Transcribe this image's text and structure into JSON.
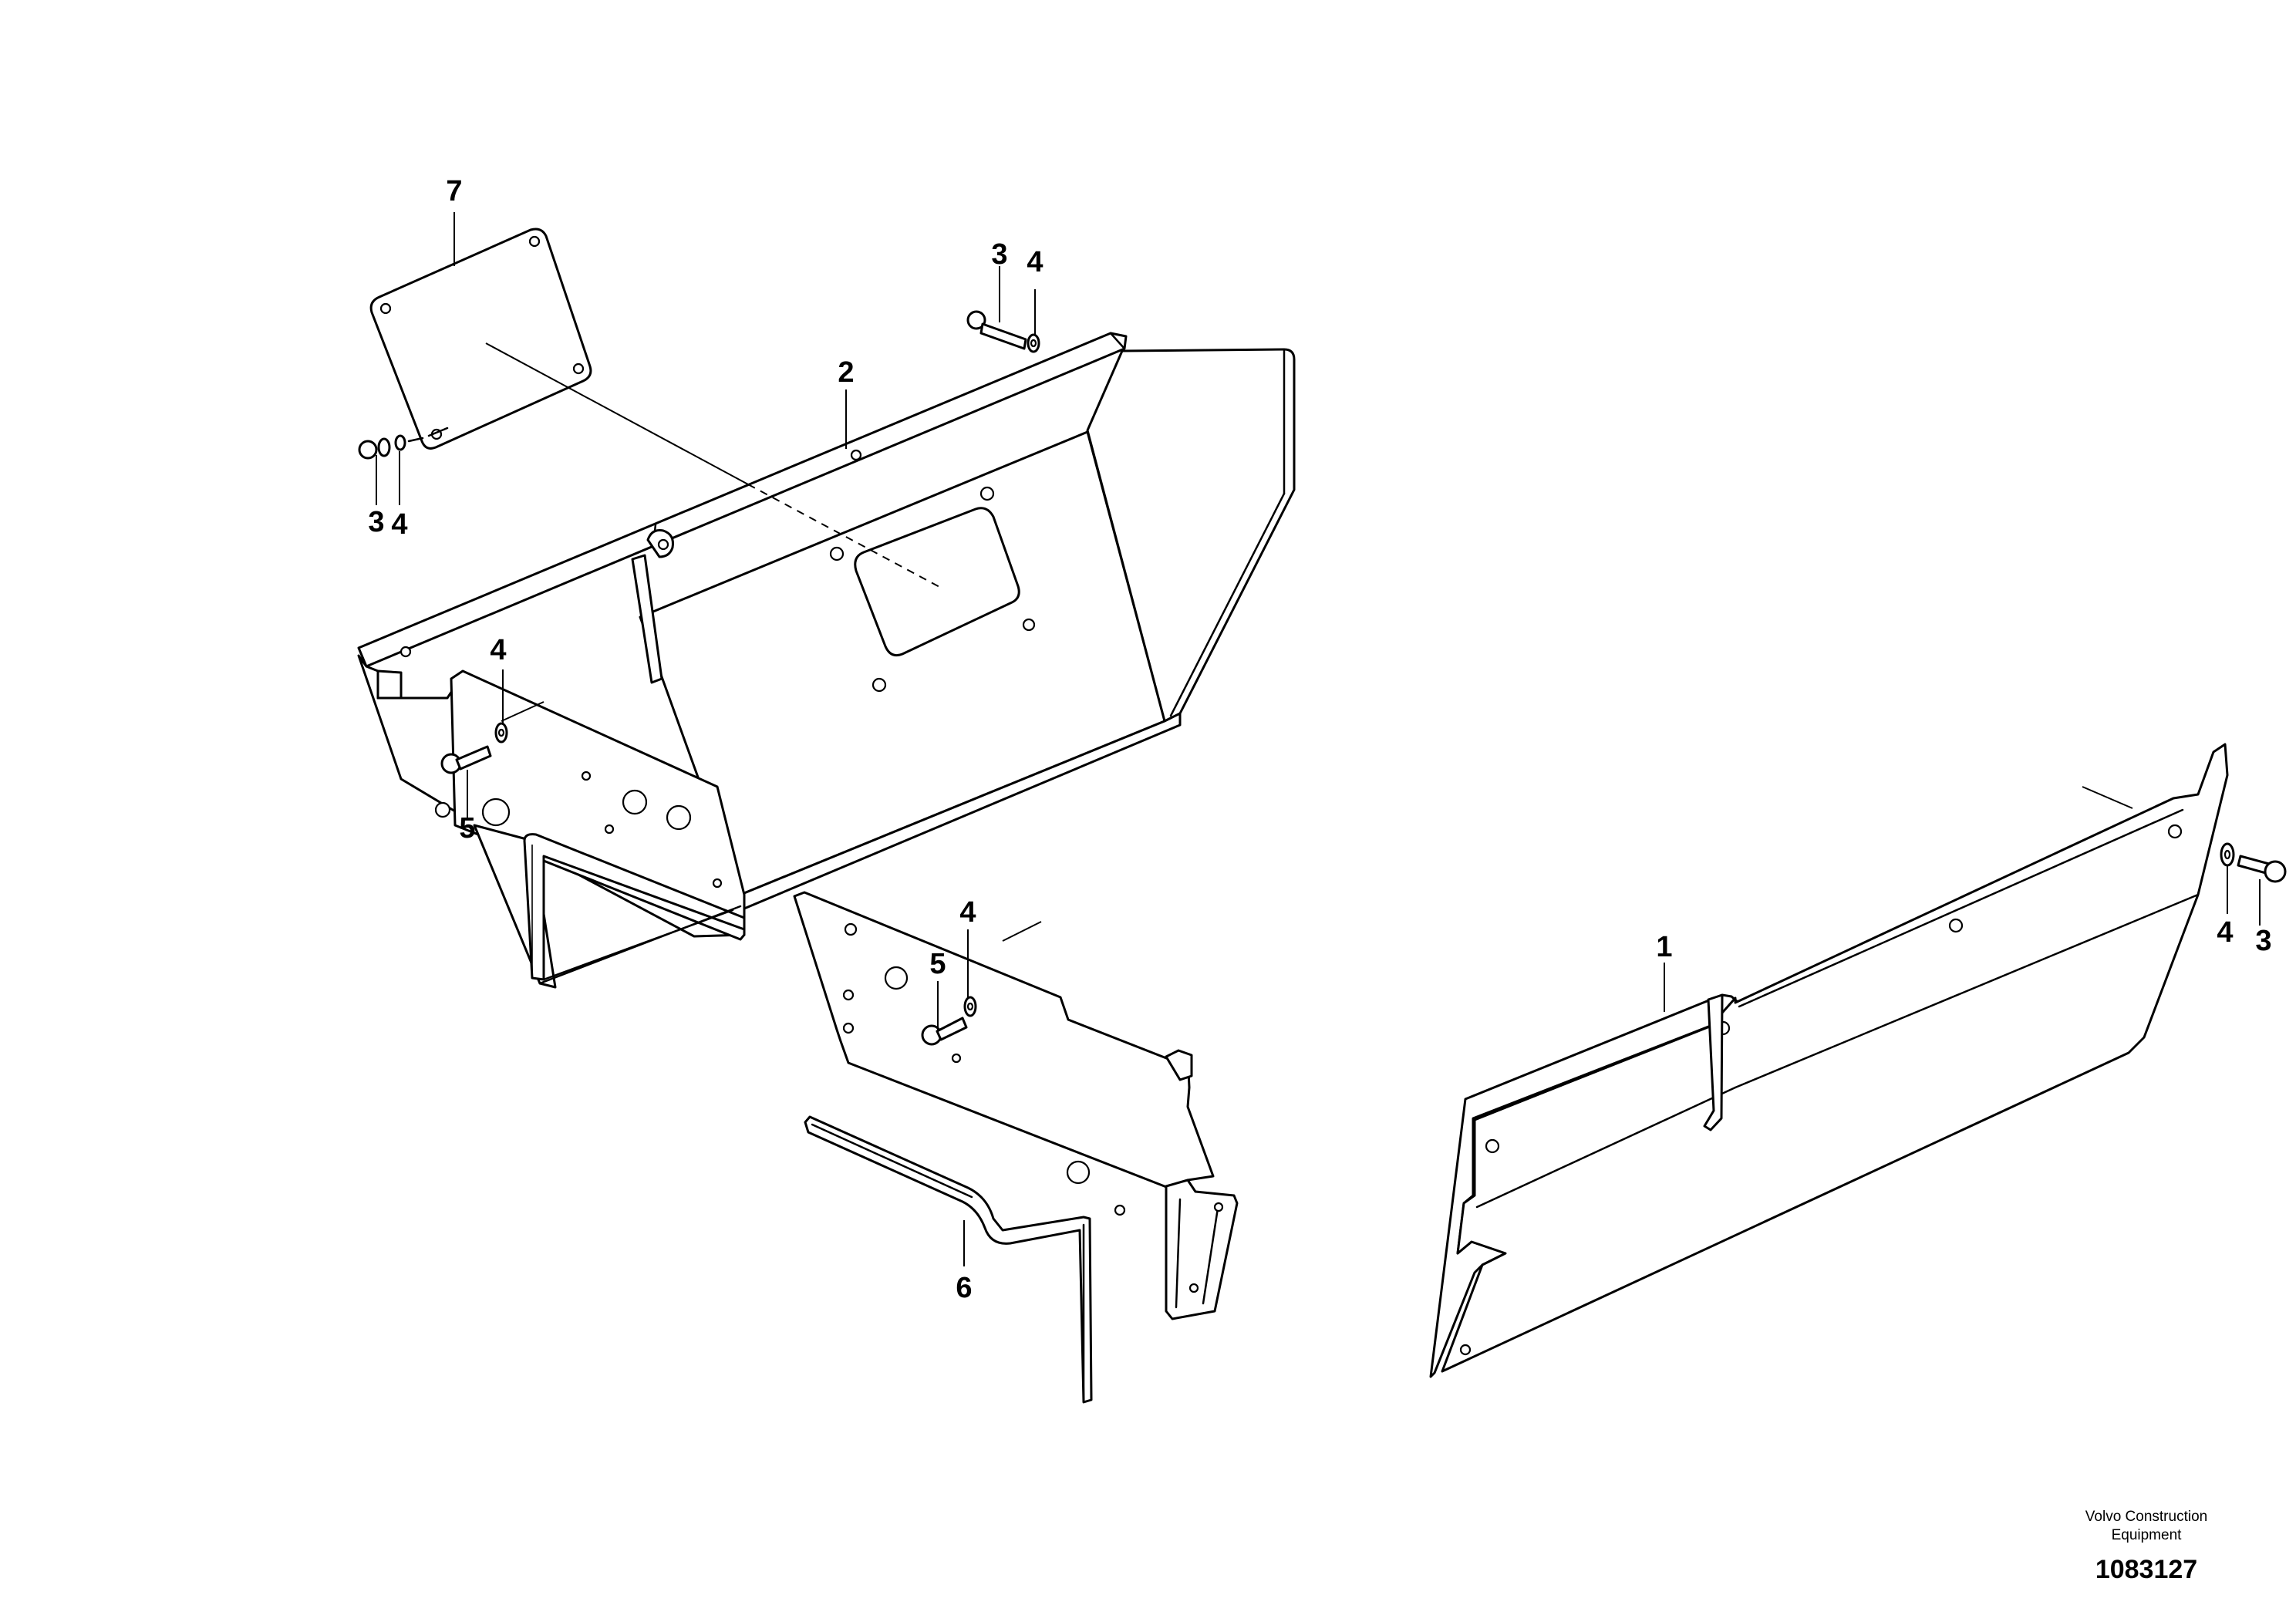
{
  "callouts": {
    "c7": "7",
    "c2": "2",
    "c3_top": "3",
    "c4_top": "4",
    "c3_left": "3",
    "c4_left": "4",
    "c4_mid": "4",
    "c5_mid": "5",
    "c5_low": "5",
    "c4_low": "4",
    "c6": "6",
    "c1": "1",
    "c4_right": "4",
    "c3_right": "3"
  },
  "footer": {
    "credit_line1": "Volvo Construction",
    "credit_line2": "Equipment",
    "doc_number": "1083127"
  }
}
